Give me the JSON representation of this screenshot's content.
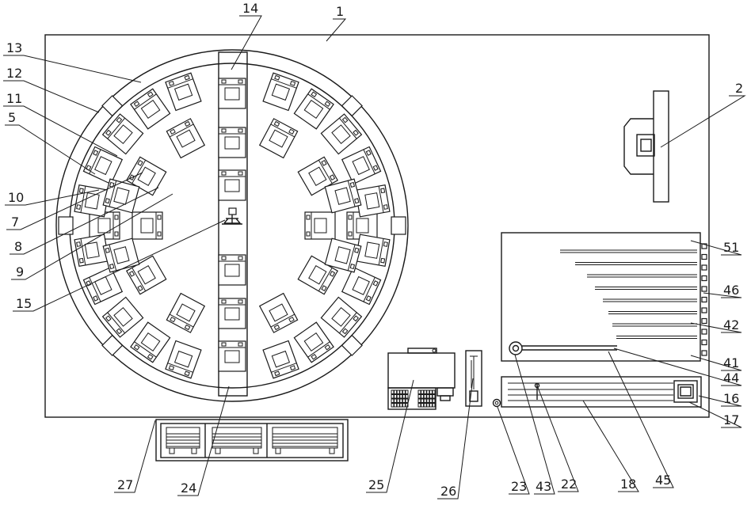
{
  "drawing": {
    "labels": [
      "1",
      "2",
      "5",
      "7",
      "8",
      "9",
      "10",
      "11",
      "12",
      "13",
      "14",
      "15",
      "16",
      "17",
      "18",
      "22",
      "23",
      "24",
      "25",
      "26",
      "27",
      "41",
      "42",
      "43",
      "44",
      "45",
      "46",
      "51"
    ]
  }
}
